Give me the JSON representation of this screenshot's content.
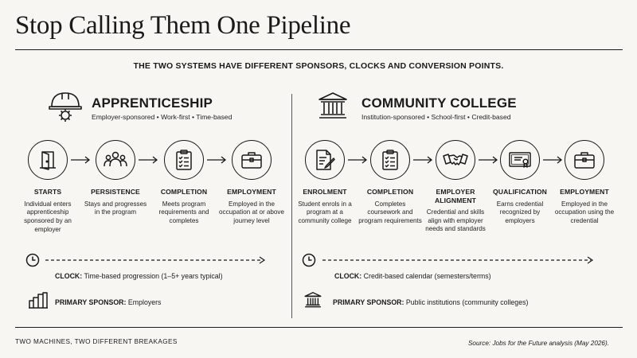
{
  "title": "Stop Calling Them One Pipeline",
  "subtitle": "THE TWO SYSTEMS HAVE DIFFERENT SPONSORS, CLOCKS AND CONVERSION POINTS.",
  "apprenticeship": {
    "title": "APPRENTICESHIP",
    "tagline": "Employer-sponsored • Work-first • Time-based",
    "header_icon": "hardhat-gear-icon",
    "stages": [
      {
        "label": "STARTS",
        "desc": "Individual enters apprenticeship sponsored by an employer",
        "icon": "door-icon"
      },
      {
        "label": "PERSISTENCE",
        "desc": "Stays and progresses in the program",
        "icon": "people-group-icon"
      },
      {
        "label": "COMPLETION",
        "desc": "Meets program requirements and completes",
        "icon": "clipboard-checklist-icon"
      },
      {
        "label": "EMPLOYMENT",
        "desc": "Employed in the occupation at or above journey level",
        "icon": "briefcase-icon"
      }
    ],
    "clock_prefix": "CLOCK:",
    "clock_text": "Time-based progression (1–5+ years typical)",
    "sponsor_prefix": "PRIMARY SPONSOR:",
    "sponsor_text": "Employers",
    "sponsor_icon": "factory-icon"
  },
  "community_college": {
    "title": "COMMUNITY COLLEGE",
    "tagline": "Institution-sponsored • School-first • Credit-based",
    "header_icon": "institution-building-icon",
    "stages": [
      {
        "label": "ENROLMENT",
        "desc": "Student enrols in a program at a community college",
        "icon": "document-pen-icon"
      },
      {
        "label": "COMPLETION",
        "desc": "Completes coursework and program requirements",
        "icon": "clipboard-checklist-icon"
      },
      {
        "label": "EMPLOYER ALIGNMENT",
        "desc": "Credential and skills align with employer needs and standards",
        "icon": "handshake-icon"
      },
      {
        "label": "QUALIFICATION",
        "desc": "Earns credential recognized by employers",
        "icon": "certificate-icon"
      },
      {
        "label": "EMPLOYMENT",
        "desc": "Employed in the occupation using the credential",
        "icon": "briefcase-icon"
      }
    ],
    "clock_prefix": "CLOCK:",
    "clock_text": "Credit-based calendar (semesters/terms)",
    "sponsor_prefix": "PRIMARY SPONSOR:",
    "sponsor_text": "Public institutions (community colleges)",
    "sponsor_icon": "institution-building-icon"
  },
  "footer": {
    "left": "TWO MACHINES, TWO DIFFERENT BREAKAGES",
    "right": "Source: Jobs for the Future analysis (May 2026)."
  },
  "colors": {
    "ink": "#1a1a1a",
    "background": "#f7f6f2"
  }
}
